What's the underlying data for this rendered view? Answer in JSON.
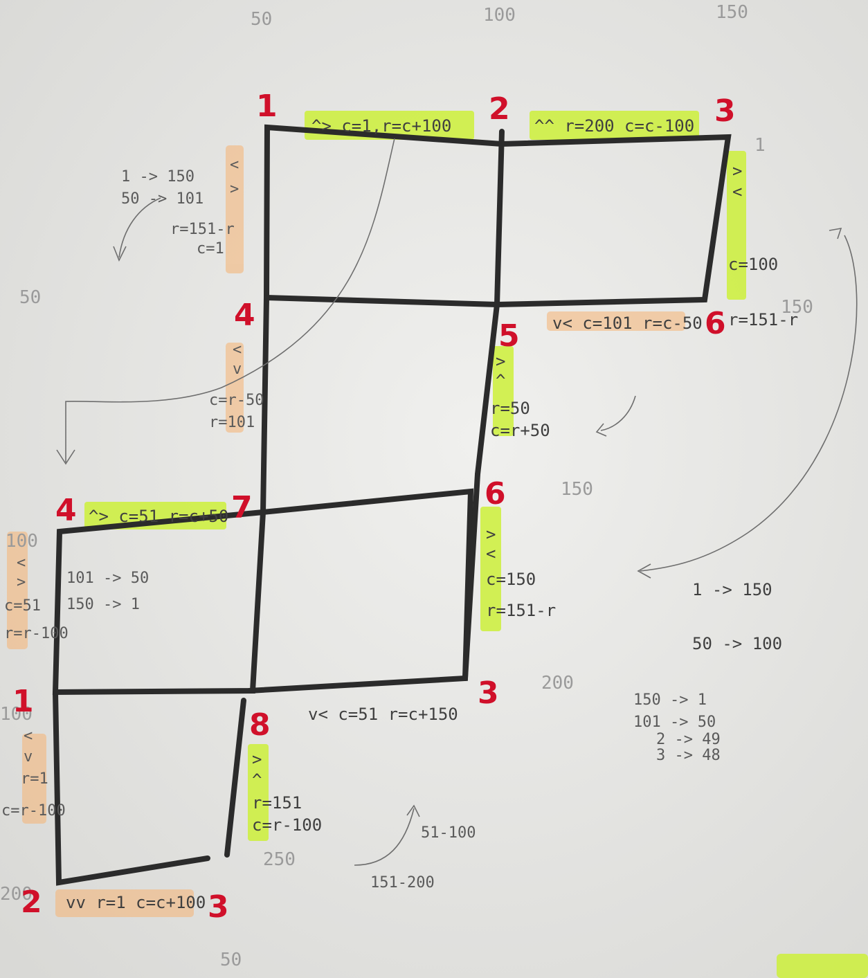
{
  "scale": {
    "top": [
      "50",
      "100",
      "150"
    ],
    "bottom": "50"
  },
  "corner_labels": {
    "top": [
      "1",
      "2",
      "3",
      "4",
      "5",
      "6"
    ],
    "mid": [
      "6",
      "7",
      "4"
    ],
    "low": [
      "1",
      "2",
      "3",
      "3",
      "8"
    ]
  },
  "edge_rules": {
    "top_1_2": "^> c=1,r=c+100",
    "top_2_3": "^^ r=200 c=c-100",
    "left_1_4": [
      "<",
      ">",
      "r=151-r",
      "c=1"
    ],
    "right_3_6": [
      ">",
      "<",
      "c=100",
      "r=151-r"
    ],
    "bottom_5_6": "v< c=101 r=c-50",
    "left_4_7": [
      "<",
      "v",
      "c=r-50",
      "r=101"
    ],
    "right_5_6": [
      ">",
      "^",
      "r=50",
      "c=r+50"
    ],
    "top_4_7": "^> c=51 r=c+50",
    "left_4_1": [
      "<",
      ">",
      "c=51",
      "r=r-100"
    ],
    "right_6_3": [
      ">",
      "<",
      "c=150",
      "r=151-r"
    ],
    "bottom_8_3": "v< c=51 r=c+150",
    "left_1_2": [
      "<",
      "v",
      "r=1",
      "c=r-100"
    ],
    "right_8_3": [
      ">",
      "^",
      "r=151",
      "c=r-100"
    ],
    "bottom_2_3": "vv r=1 c=c+100"
  },
  "notes": {
    "top_left": [
      "1 -> 150",
      "50 -> 101"
    ],
    "left_mid": [
      "101 -> 50",
      "150 -> 1"
    ],
    "right_mid": [
      "1 -> 150",
      "50 -> 100"
    ],
    "right_low": [
      "150 -> 1",
      "101 -> 50",
      "2 -> 49",
      "3 -> 48"
    ],
    "bottom_range": [
      "51-100",
      "151-200"
    ],
    "pencil": [
      "50",
      "150",
      "200",
      "250",
      "100",
      "150",
      "1",
      "100",
      "200"
    ]
  },
  "colors": {
    "highlight_yellow": "#cdf03a",
    "highlight_orange": "#f6b372",
    "label_red": "#d0102a",
    "ink": "#2b2b2b"
  }
}
